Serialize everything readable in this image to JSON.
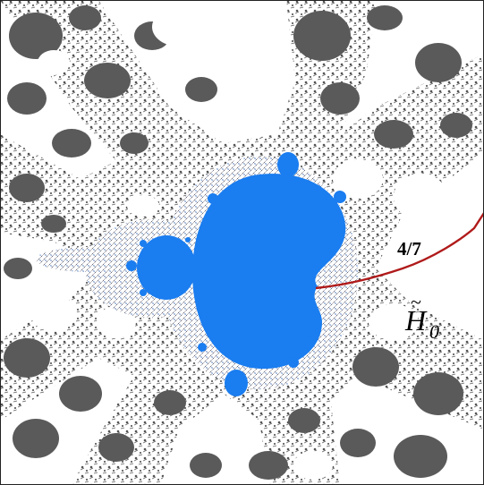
{
  "figure": {
    "ray_label": "4/7",
    "region_label_letter": "H",
    "region_label_subscript": "0",
    "region_label_tilde": "~"
  },
  "colors": {
    "background": "#ffffff",
    "dark_components": "#5a5a5a",
    "filaments": "#3a3a3a",
    "main_set": "#1a7df0",
    "ray": "#b01a1a",
    "border": "#222222"
  }
}
